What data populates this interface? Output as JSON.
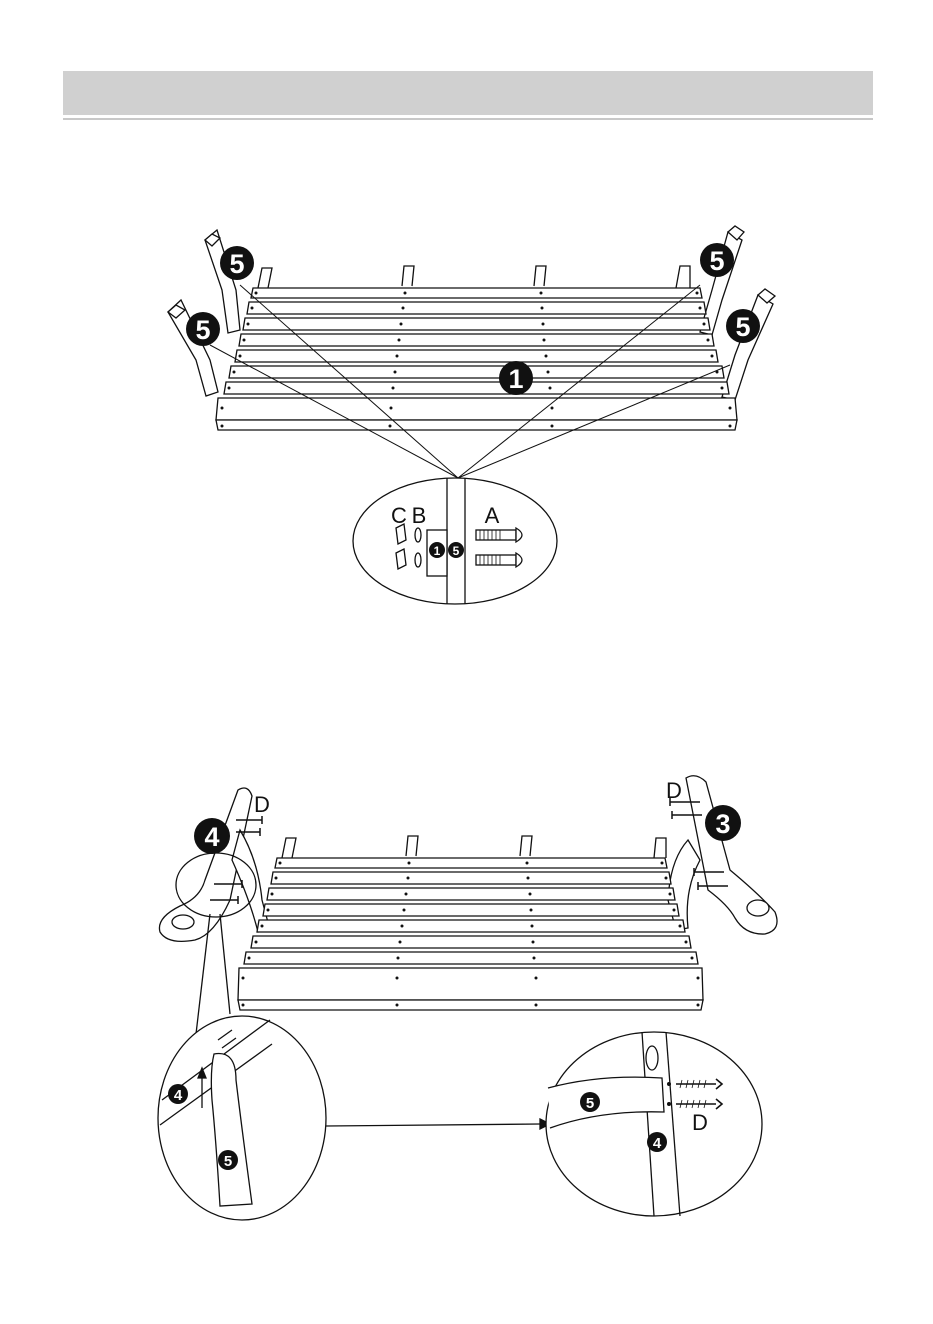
{
  "step1": {
    "leg_label": "5",
    "seat_label": "1",
    "detail": {
      "part_labels": [
        "C",
        "B",
        "A"
      ],
      "seat_badge": "1",
      "leg_badge": "5"
    }
  },
  "step2": {
    "left_arm_label": "4",
    "right_arm_label": "3",
    "screw_label": "D",
    "detail_left": {
      "arm_badge": "4",
      "leg_badge": "5"
    },
    "detail_right": {
      "arm_badge": "4",
      "leg_badge": "5",
      "screw_label": "D"
    }
  }
}
